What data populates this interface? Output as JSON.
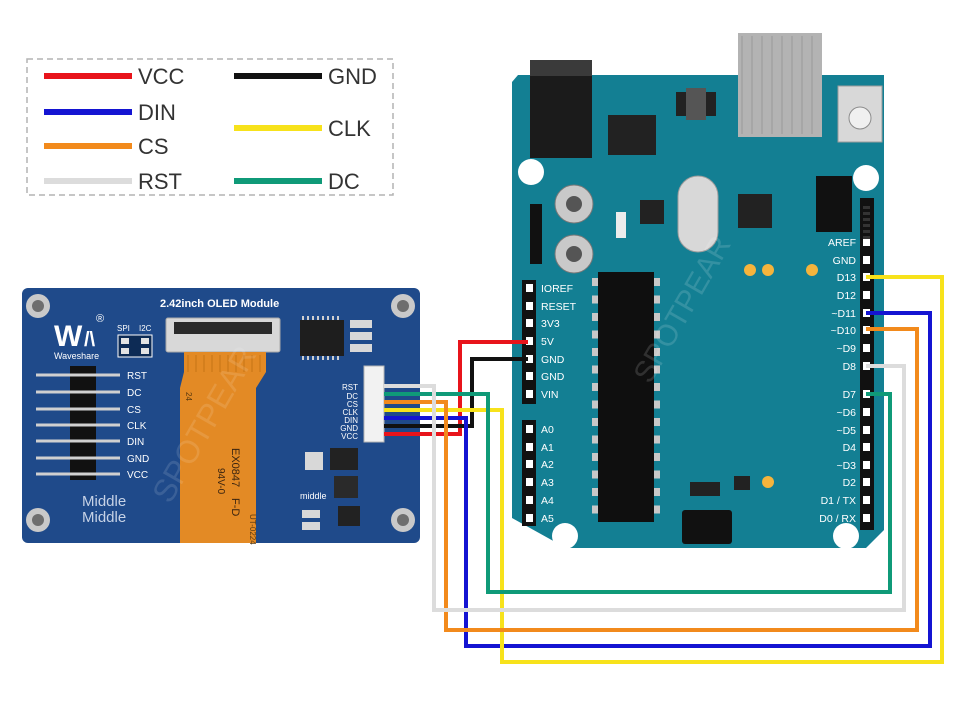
{
  "legend": {
    "items": [
      {
        "label": "VCC",
        "color": "#e8141b"
      },
      {
        "label": "DIN",
        "color": "#1414d2"
      },
      {
        "label": "CS",
        "color": "#f28a1c"
      },
      {
        "label": "RST",
        "color": "#dcdcdc"
      },
      {
        "label": "GND",
        "color": "#111111"
      },
      {
        "label": "CLK",
        "color": "#f7e21b"
      },
      {
        "label": "DC",
        "color": "#0f9a78"
      }
    ]
  },
  "oled": {
    "title": "2.42inch OLED Module",
    "brand": "Waveshare",
    "logo_text": "W",
    "registered_mark": "®",
    "spi_label": "SPI",
    "i2c_label": "I2C",
    "pin_labels": [
      "RST",
      "DC",
      "CS",
      "CLK",
      "DIN",
      "GND",
      "VCC"
    ],
    "connector_labels": [
      "RST",
      "DC",
      "CS",
      "CLK",
      "DIN",
      "GND",
      "VCC"
    ],
    "silk_middle_1": "Middle",
    "silk_middle_2": "Middle",
    "silk_middle_small": "middle",
    "flex_text_1": "EX0847",
    "flex_text_2": "F-D",
    "flex_text_3": "94V-0",
    "flex_text_4": "UT-0224",
    "flex_pin_mark": "24"
  },
  "arduino": {
    "left_header_labels": [
      "IOREF",
      "RESET",
      "3V3",
      "5V",
      "GND",
      "GND",
      "VIN"
    ],
    "analog_labels": [
      "A0",
      "A1",
      "A2",
      "A3",
      "A4",
      "A5"
    ],
    "right_header_labels": [
      "AREF",
      "GND",
      "D13",
      "D12",
      "~D11",
      "~D10",
      "~D9",
      "D8",
      "D7",
      "~D6",
      "~D5",
      "D4",
      "~D3",
      "D2",
      "D1 / TX",
      "D0 / RX"
    ]
  },
  "watermark": "SPOTPEAR",
  "colors": {
    "oled_board": "#1f4a8a",
    "arduino_board": "#137f93"
  }
}
